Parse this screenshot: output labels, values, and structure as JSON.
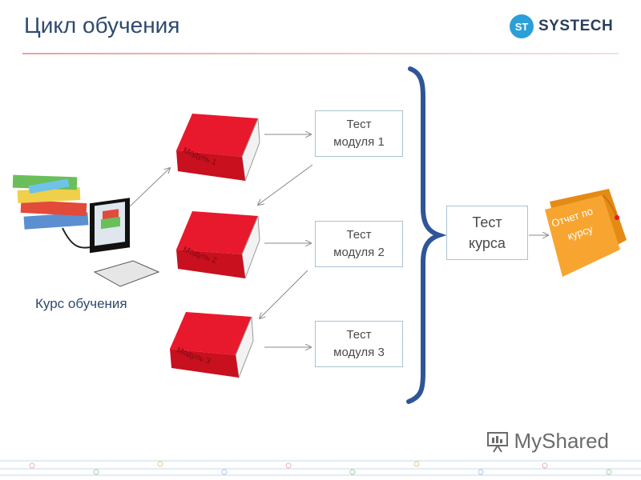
{
  "header": {
    "title": "Цикл обучения",
    "logo_mark": "ST",
    "logo_text": "SYSTECH"
  },
  "course": {
    "label": "Курс обучения"
  },
  "modules": [
    {
      "label": "Модуль 1"
    },
    {
      "label": "Модуль 2"
    },
    {
      "label": "Модуль 3"
    }
  ],
  "tests": [
    {
      "line1": "Тест",
      "line2": "модуля 1"
    },
    {
      "line1": "Тест",
      "line2": "модуля 2"
    },
    {
      "line1": "Тест",
      "line2": "модуля 3"
    }
  ],
  "course_test": {
    "line1": "Тест",
    "line2": "курса"
  },
  "report": {
    "line1": "Отчет по",
    "line2": "курсу"
  },
  "watermark": {
    "text": "MyShared"
  },
  "colors": {
    "book_red": "#e8192c",
    "title_blue": "#2f4a6d",
    "brace_blue": "#2f5597",
    "folder_orange": "#f7a530"
  }
}
